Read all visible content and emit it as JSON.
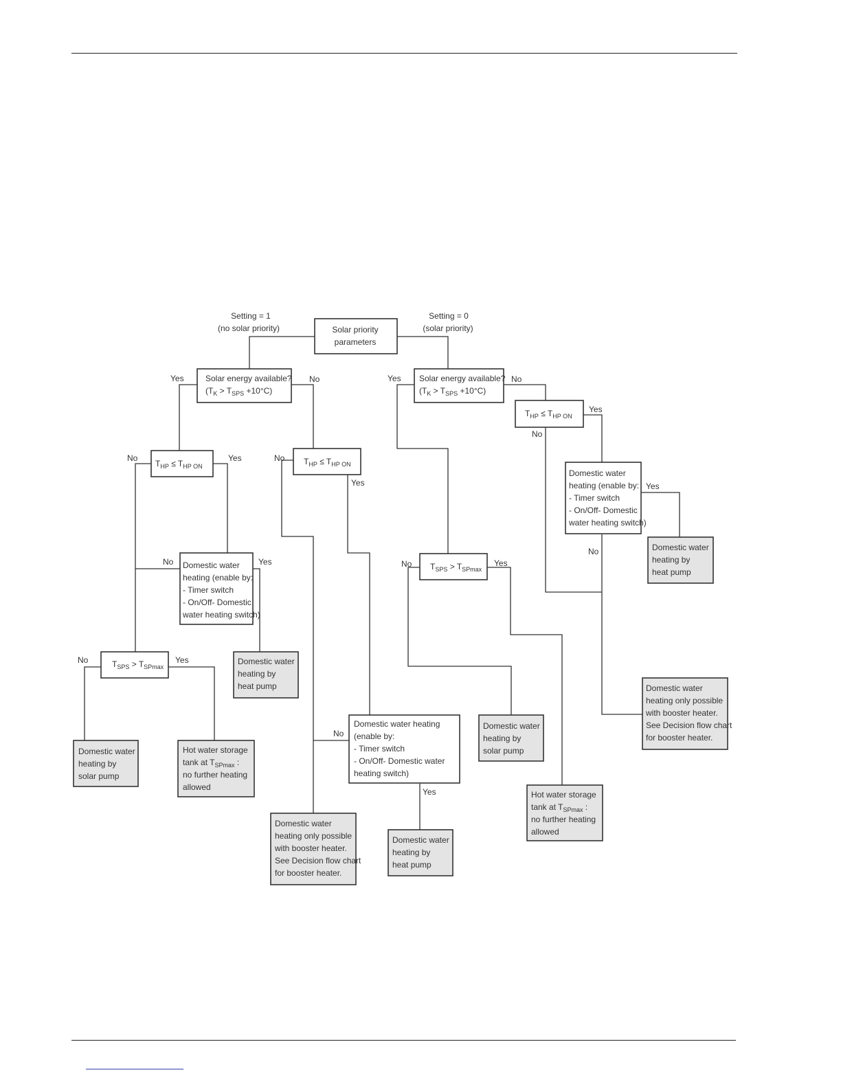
{
  "root": {
    "label_lines": [
      "Solar priority",
      "parameters"
    ],
    "left_branch": [
      "Setting = 1",
      "(no solar priority)"
    ],
    "right_branch": [
      "Setting = 0",
      "(solar priority)"
    ]
  },
  "labels": {
    "yes": "Yes",
    "no": "No"
  },
  "solar_check": [
    "Solar energy available?",
    "(T",
    "K",
    " > T",
    "SPS",
    " +10°C)"
  ],
  "thp_check": [
    "T",
    "HP",
    " ≤ T",
    "HP ON"
  ],
  "tsps_check": [
    "T",
    "SPS",
    " > T",
    "SPmax"
  ],
  "dhw_enable_a": [
    "Domestic water",
    "heating (enable by:",
    "- Timer switch",
    "- On/Off- Domestic",
    "water heating switch)"
  ],
  "dhw_enable_b": [
    "Domestic water heating",
    "(enable by:",
    "- Timer switch",
    "- On/Off- Domestic water",
    "heating switch)"
  ],
  "out_heat_pump": [
    "Domestic water",
    "heating by",
    "heat pump"
  ],
  "out_solar_pump": [
    "Domestic water",
    "heating by",
    "solar pump"
  ],
  "out_booster": [
    "Domestic water",
    "heating only possible",
    "with booster heater.",
    "See Decision flow chart",
    "for booster heater."
  ],
  "out_storage": [
    "Hot water storage",
    "tank at T",
    "SPmax",
    " :",
    "no further heating",
    "allowed"
  ]
}
